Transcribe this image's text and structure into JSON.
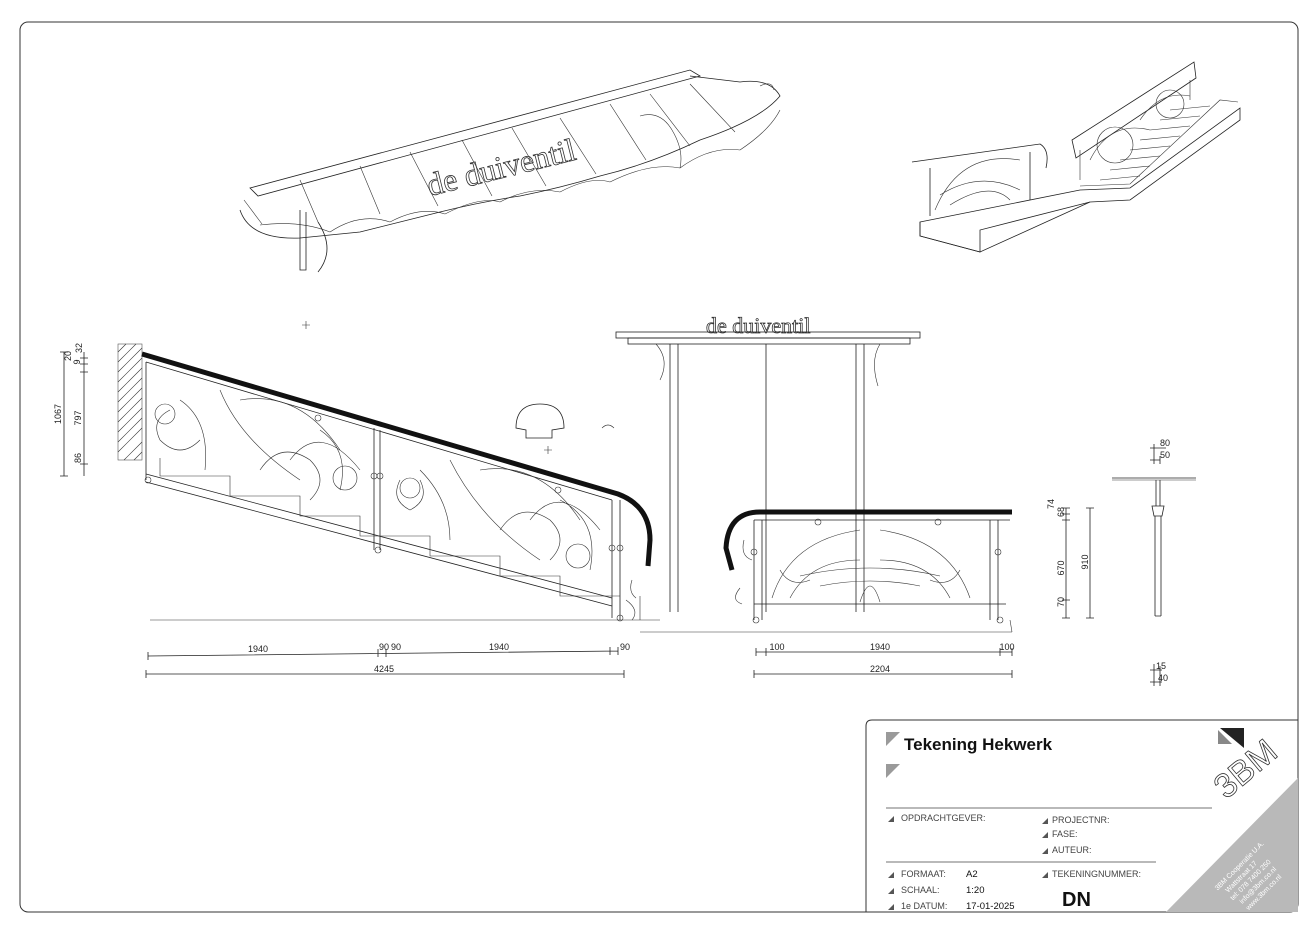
{
  "drawing": {
    "sign_text": "de duiventil",
    "left_elevation": {
      "vertical_dims": [
        "1067",
        "20",
        "9",
        "32",
        "797",
        "86"
      ],
      "bottom_dims_row1": [
        "1940",
        "90",
        "90",
        "1940",
        "90"
      ],
      "bottom_total": "4245"
    },
    "right_elevation": {
      "vertical_dims": [
        "74",
        "68",
        "670",
        "910",
        "70"
      ],
      "bottom_dims_row1": [
        "100",
        "1940",
        "100"
      ],
      "bottom_total": "2204"
    },
    "post_detail": {
      "top_dims": [
        "80",
        "50"
      ],
      "bottom_dims": [
        "15",
        "40"
      ]
    }
  },
  "title_block": {
    "title": "Tekening Hekwerk",
    "opdrachtgever_label": "OPDRACHTGEVER:",
    "projectnr_label": "PROJECTNR:",
    "fase_label": "FASE:",
    "auteur_label": "AUTEUR:",
    "formaat_label": "FORMAAT:",
    "formaat_value": "A2",
    "schaal_label": "SCHAAL:",
    "schaal_value": "1:20",
    "datum_label": "1e DATUM:",
    "datum_value": "17-01-2025",
    "tekeningnummer_label": "TEKENINGNUMMER:",
    "tekeningnummer_value": "DN",
    "company_logo": "3BM",
    "company_lines": [
      "3BM Cooperatie U.A.",
      "Wattstraat 17",
      "tel: 078 7400 250",
      "info@3bm.co.nl",
      "www.3bm.co.nl"
    ]
  }
}
